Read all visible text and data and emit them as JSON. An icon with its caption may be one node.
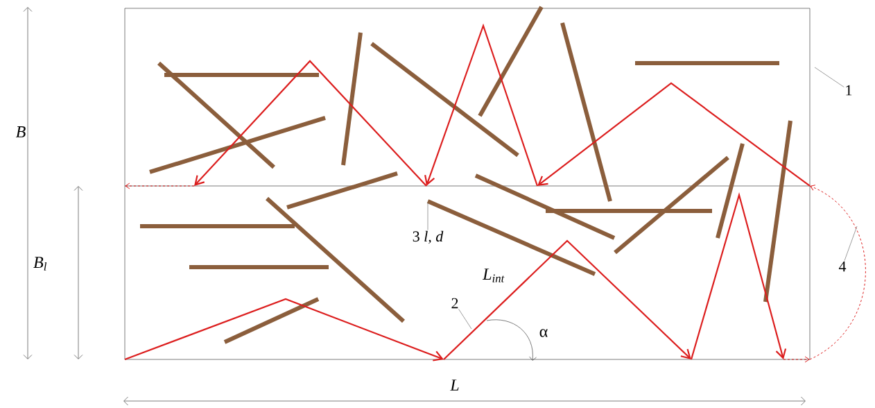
{
  "diagram": {
    "nodes": [
      {
        "text": [
          "1"
        ]
      },
      {
        "text": [
          "2"
        ]
      },
      {
        "text": [
          "3 *l, d*"
        ]
      },
      {
        "text": [
          "4"
        ]
      }
    ],
    "edges": [
      {
        "from": 0,
        "to": null,
        "arrow": "none"
      },
      {
        "from": 1,
        "to": null,
        "arrow": "none"
      },
      {
        "from": 2,
        "to": null,
        "arrow": "none"
      },
      {
        "from": 3,
        "to": null,
        "arrow": "none"
      }
    ],
    "labels": [
      "B",
      "B$_{l}$",
      "L$_{int}$",
      "α",
      "L"
    ]
  }
}
